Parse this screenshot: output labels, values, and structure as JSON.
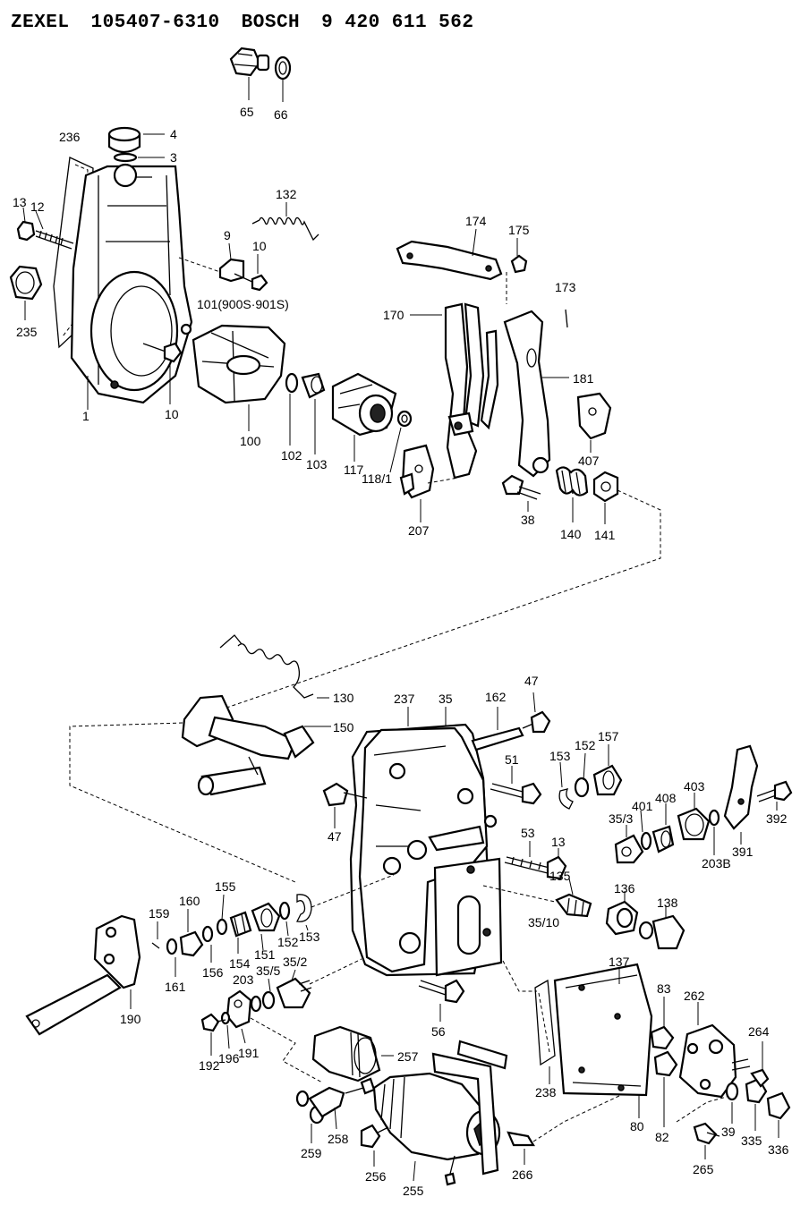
{
  "header": {
    "brand_zexel": "ZEXEL",
    "zexel_number": "105407-6310",
    "brand_bosch": "BOSCH",
    "bosch_number": "9 420 611 562"
  },
  "labels": {
    "p65": "65",
    "p66": "66",
    "p4": "4",
    "p3": "3",
    "p236": "236",
    "p13a": "13",
    "p12": "12",
    "p235": "235",
    "p1": "1",
    "p132": "132",
    "p9": "9",
    "p10a": "10",
    "p101": "101(900S·901S)",
    "p10b": "10",
    "p100": "100",
    "p102": "102",
    "p103": "103",
    "p117": "117",
    "p118": "118/1",
    "p174": "174",
    "p175": "175",
    "p173": "173",
    "p170": "170",
    "p181": "181",
    "p407": "407",
    "p207": "207",
    "p38": "38",
    "p140": "140",
    "p141": "141",
    "p130": "130",
    "p237": "237",
    "p35": "35",
    "p162": "162",
    "p47a": "47",
    "p150": "150",
    "p157": "157",
    "p152a": "152",
    "p153a": "153",
    "p51": "51",
    "p47b": "47",
    "p403": "403",
    "p408": "408",
    "p401": "401",
    "p35_3": "35/3",
    "p392": "392",
    "p203b": "203B",
    "p391": "391",
    "p53": "53",
    "p13b": "13",
    "p135": "135",
    "p136": "136",
    "p138": "138",
    "p35_10": "35/10",
    "p159": "159",
    "p160": "160",
    "p155": "155",
    "p161": "161",
    "p156": "156",
    "p154": "154",
    "p151": "151",
    "p152b": "152",
    "p153b": "153",
    "p35_5": "35/5",
    "p35_2": "35/2",
    "p203": "203",
    "p190": "190",
    "p192": "192",
    "p196": "196",
    "p191": "191",
    "p56": "56",
    "p137": "137",
    "p83": "83",
    "p262": "262",
    "p264": "264",
    "p257": "257",
    "p238": "238",
    "p80": "80",
    "p82": "82",
    "p39": "39",
    "p335": "335",
    "p336": "336",
    "p259": "259",
    "p258": "258",
    "p256": "256",
    "p255": "255",
    "p266": "266",
    "p265": "265"
  }
}
